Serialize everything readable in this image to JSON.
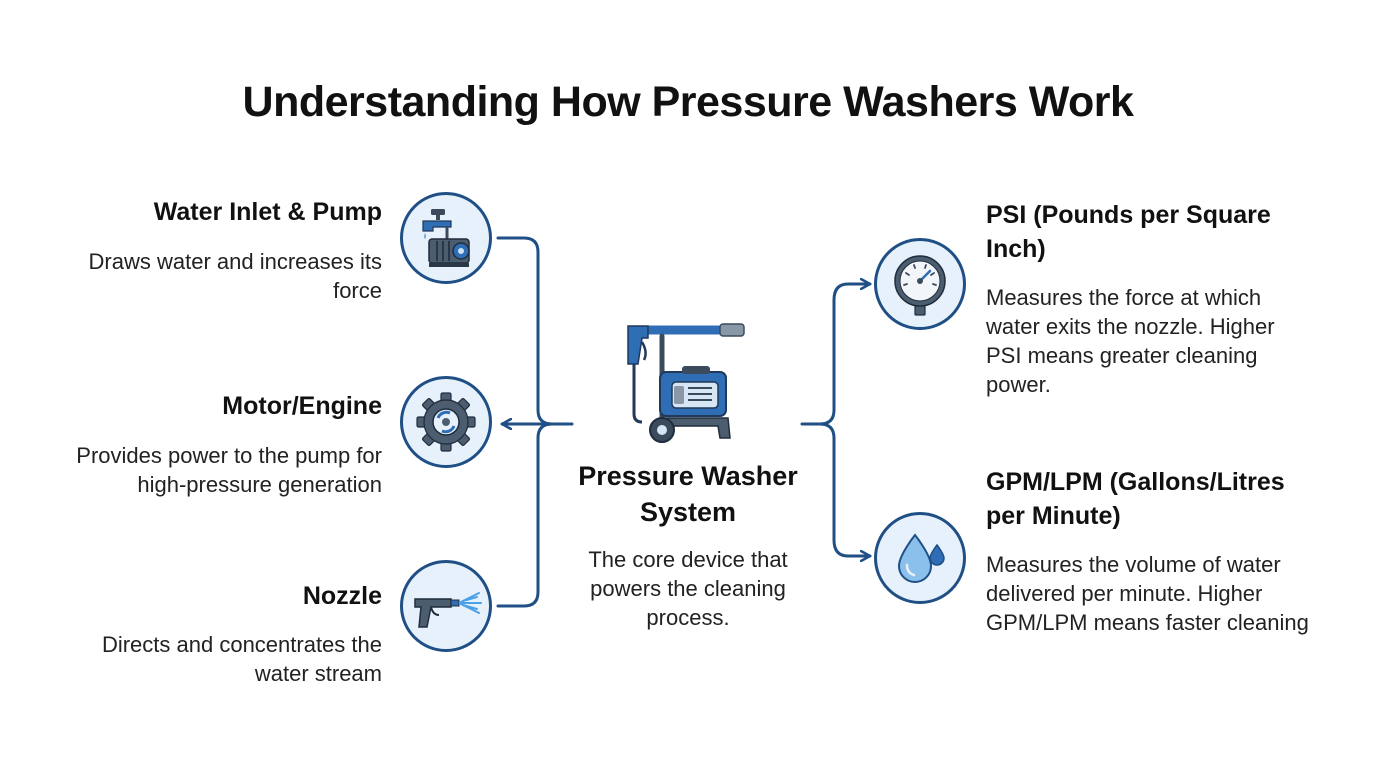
{
  "title": "Understanding How Pressure Washers Work",
  "center": {
    "heading": "Pressure Washer System",
    "description": "The core device that powers the cleaning process."
  },
  "left_items": [
    {
      "heading": "Water Inlet & Pump",
      "description": "Draws water and increases its force",
      "icon": "faucet-pump-icon"
    },
    {
      "heading": "Motor/Engine",
      "description": "Provides power to the pump for high-pressure generation",
      "icon": "gear-icon"
    },
    {
      "heading": "Nozzle",
      "description": "Directs and concentrates the water stream",
      "icon": "spray-gun-icon"
    }
  ],
  "right_items": [
    {
      "heading": "PSI (Pounds per Square Inch)",
      "description": "Measures the force at which water exits the nozzle. Higher PSI means greater cleaning power.",
      "icon": "pressure-gauge-icon"
    },
    {
      "heading": "GPM/LPM (Gallons/Litres per Minute)",
      "description": "Measures the volume of water delivered per minute. Higher GPM/LPM means faster cleaning",
      "icon": "water-drop-icon"
    }
  ],
  "colors": {
    "line": "#1f4f84",
    "circle_fill": "#e7f1fb",
    "icon_dark": "#3b4a5c",
    "icon_blue": "#2f6db5",
    "icon_light": "#8cc0ec"
  }
}
